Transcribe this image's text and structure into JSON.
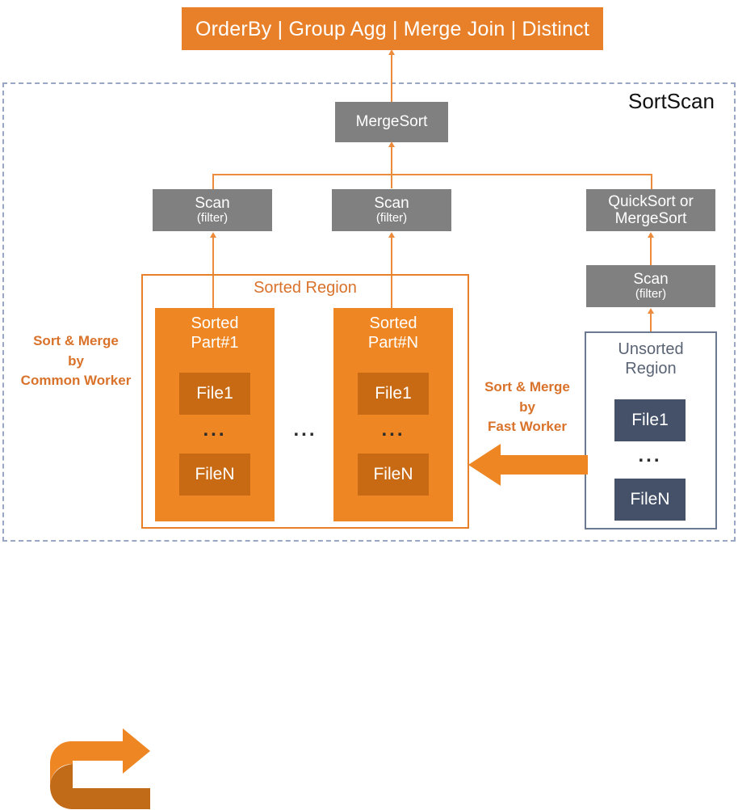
{
  "diagram": {
    "title": "SortScan",
    "top_bar": {
      "label": "OrderBy | Group Agg | Merge Join | Distinct"
    },
    "nodes": {
      "mergesort": {
        "label": "MergeSort"
      },
      "scan_left": {
        "label": "Scan",
        "sub": "(filter)"
      },
      "scan_mid": {
        "label": "Scan",
        "sub": "(filter)"
      },
      "quicksort": {
        "line1": "QuickSort or",
        "line2": "MergeSort"
      },
      "scan_right": {
        "label": "Scan",
        "sub": "(filter)"
      }
    },
    "sorted_region": {
      "title": "Sorted Region",
      "parts": [
        {
          "title_line1": "Sorted",
          "title_line2": "Part#1",
          "files": [
            "File1",
            "FileN"
          ],
          "ellipsis": "..."
        },
        {
          "title_line1": "Sorted",
          "title_line2": "Part#N",
          "files": [
            "File1",
            "FileN"
          ],
          "ellipsis": "..."
        }
      ],
      "between_parts_ellipsis": "..."
    },
    "unsorted_region": {
      "title_line1": "Unsorted",
      "title_line2": "Region",
      "files": [
        "File1",
        "FileN"
      ],
      "ellipsis": "..."
    },
    "annotations": {
      "common_worker": {
        "line1": "Sort & Merge",
        "line2": "by",
        "line3": "Common Worker"
      },
      "fast_worker": {
        "line1": "Sort & Merge",
        "line2": "by",
        "line3": "Fast Worker"
      }
    },
    "colors": {
      "orange_bar": "#E8802A",
      "orange_part": "#EE8623",
      "orange_file": "#C86A14",
      "orange_line": "#ED8B3C",
      "orange_text": "#D9722A",
      "gray_node": "#808080",
      "blue_file": "#445169",
      "blue_border": "#6C7A91",
      "dashed_border": "#9AA7C4"
    }
  }
}
